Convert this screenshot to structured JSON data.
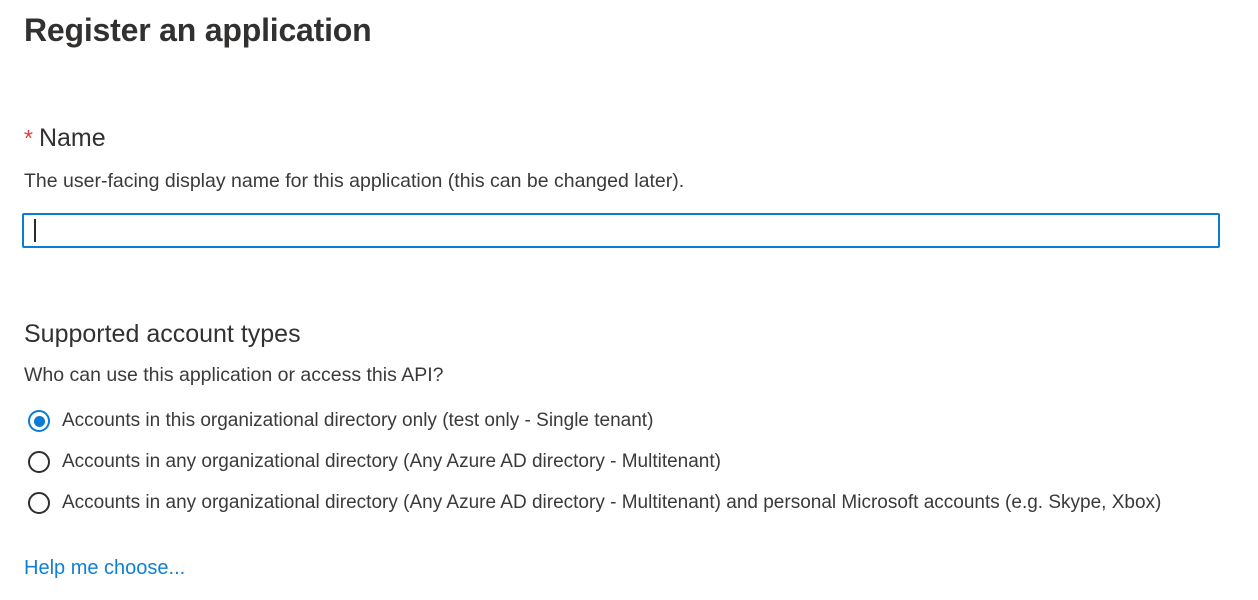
{
  "page": {
    "title": "Register an application"
  },
  "name_field": {
    "required_marker": "*",
    "label": "Name",
    "description": "The user-facing display name for this application (this can be changed later).",
    "value": "",
    "placeholder": ""
  },
  "account_types": {
    "heading": "Supported account types",
    "question": "Who can use this application or access this API?",
    "options": [
      {
        "label": "Accounts in this organizational directory only (test only - Single tenant)",
        "selected": true
      },
      {
        "label": "Accounts in any organizational directory (Any Azure AD directory - Multitenant)",
        "selected": false
      },
      {
        "label": "Accounts in any organizational directory (Any Azure AD directory - Multitenant) and personal Microsoft accounts (e.g. Skype, Xbox)",
        "selected": false
      }
    ],
    "help_link_label": "Help me choose..."
  },
  "colors": {
    "accent_blue": "#0c7bd3",
    "link_blue": "#0f80d7",
    "required_red": "#e8393d",
    "text_dark": "#323130"
  }
}
